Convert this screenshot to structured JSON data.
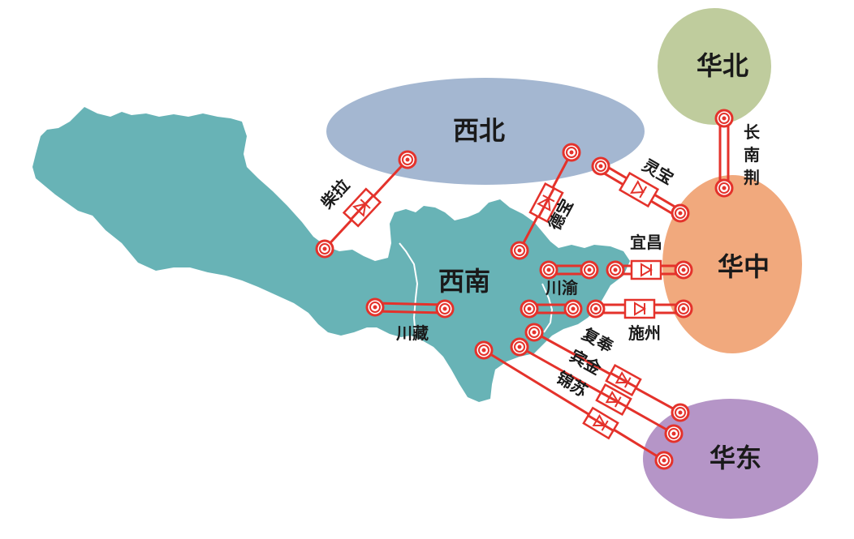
{
  "regions": {
    "southwest": "西南",
    "northwest": "西北",
    "north": "华北",
    "central": "华中",
    "east": "华东"
  },
  "links": {
    "chaila": "柴拉",
    "debao": "德宝",
    "lingbao": "灵宝",
    "yichang": "宜昌",
    "chuanyu": "川渝",
    "shizhou": "施州",
    "chuanzang": "川藏",
    "fufeng": "复奉",
    "binjin": "宾金",
    "jinsu": "锦苏",
    "changnanjing": [
      "长",
      "南",
      "荆"
    ]
  },
  "colors": {
    "map": "#68b3b6",
    "northwest": "#a4b7d1",
    "north": "#bfcc9d",
    "central": "#f1a97d",
    "east": "#b595c7",
    "line": "#e4322b"
  }
}
